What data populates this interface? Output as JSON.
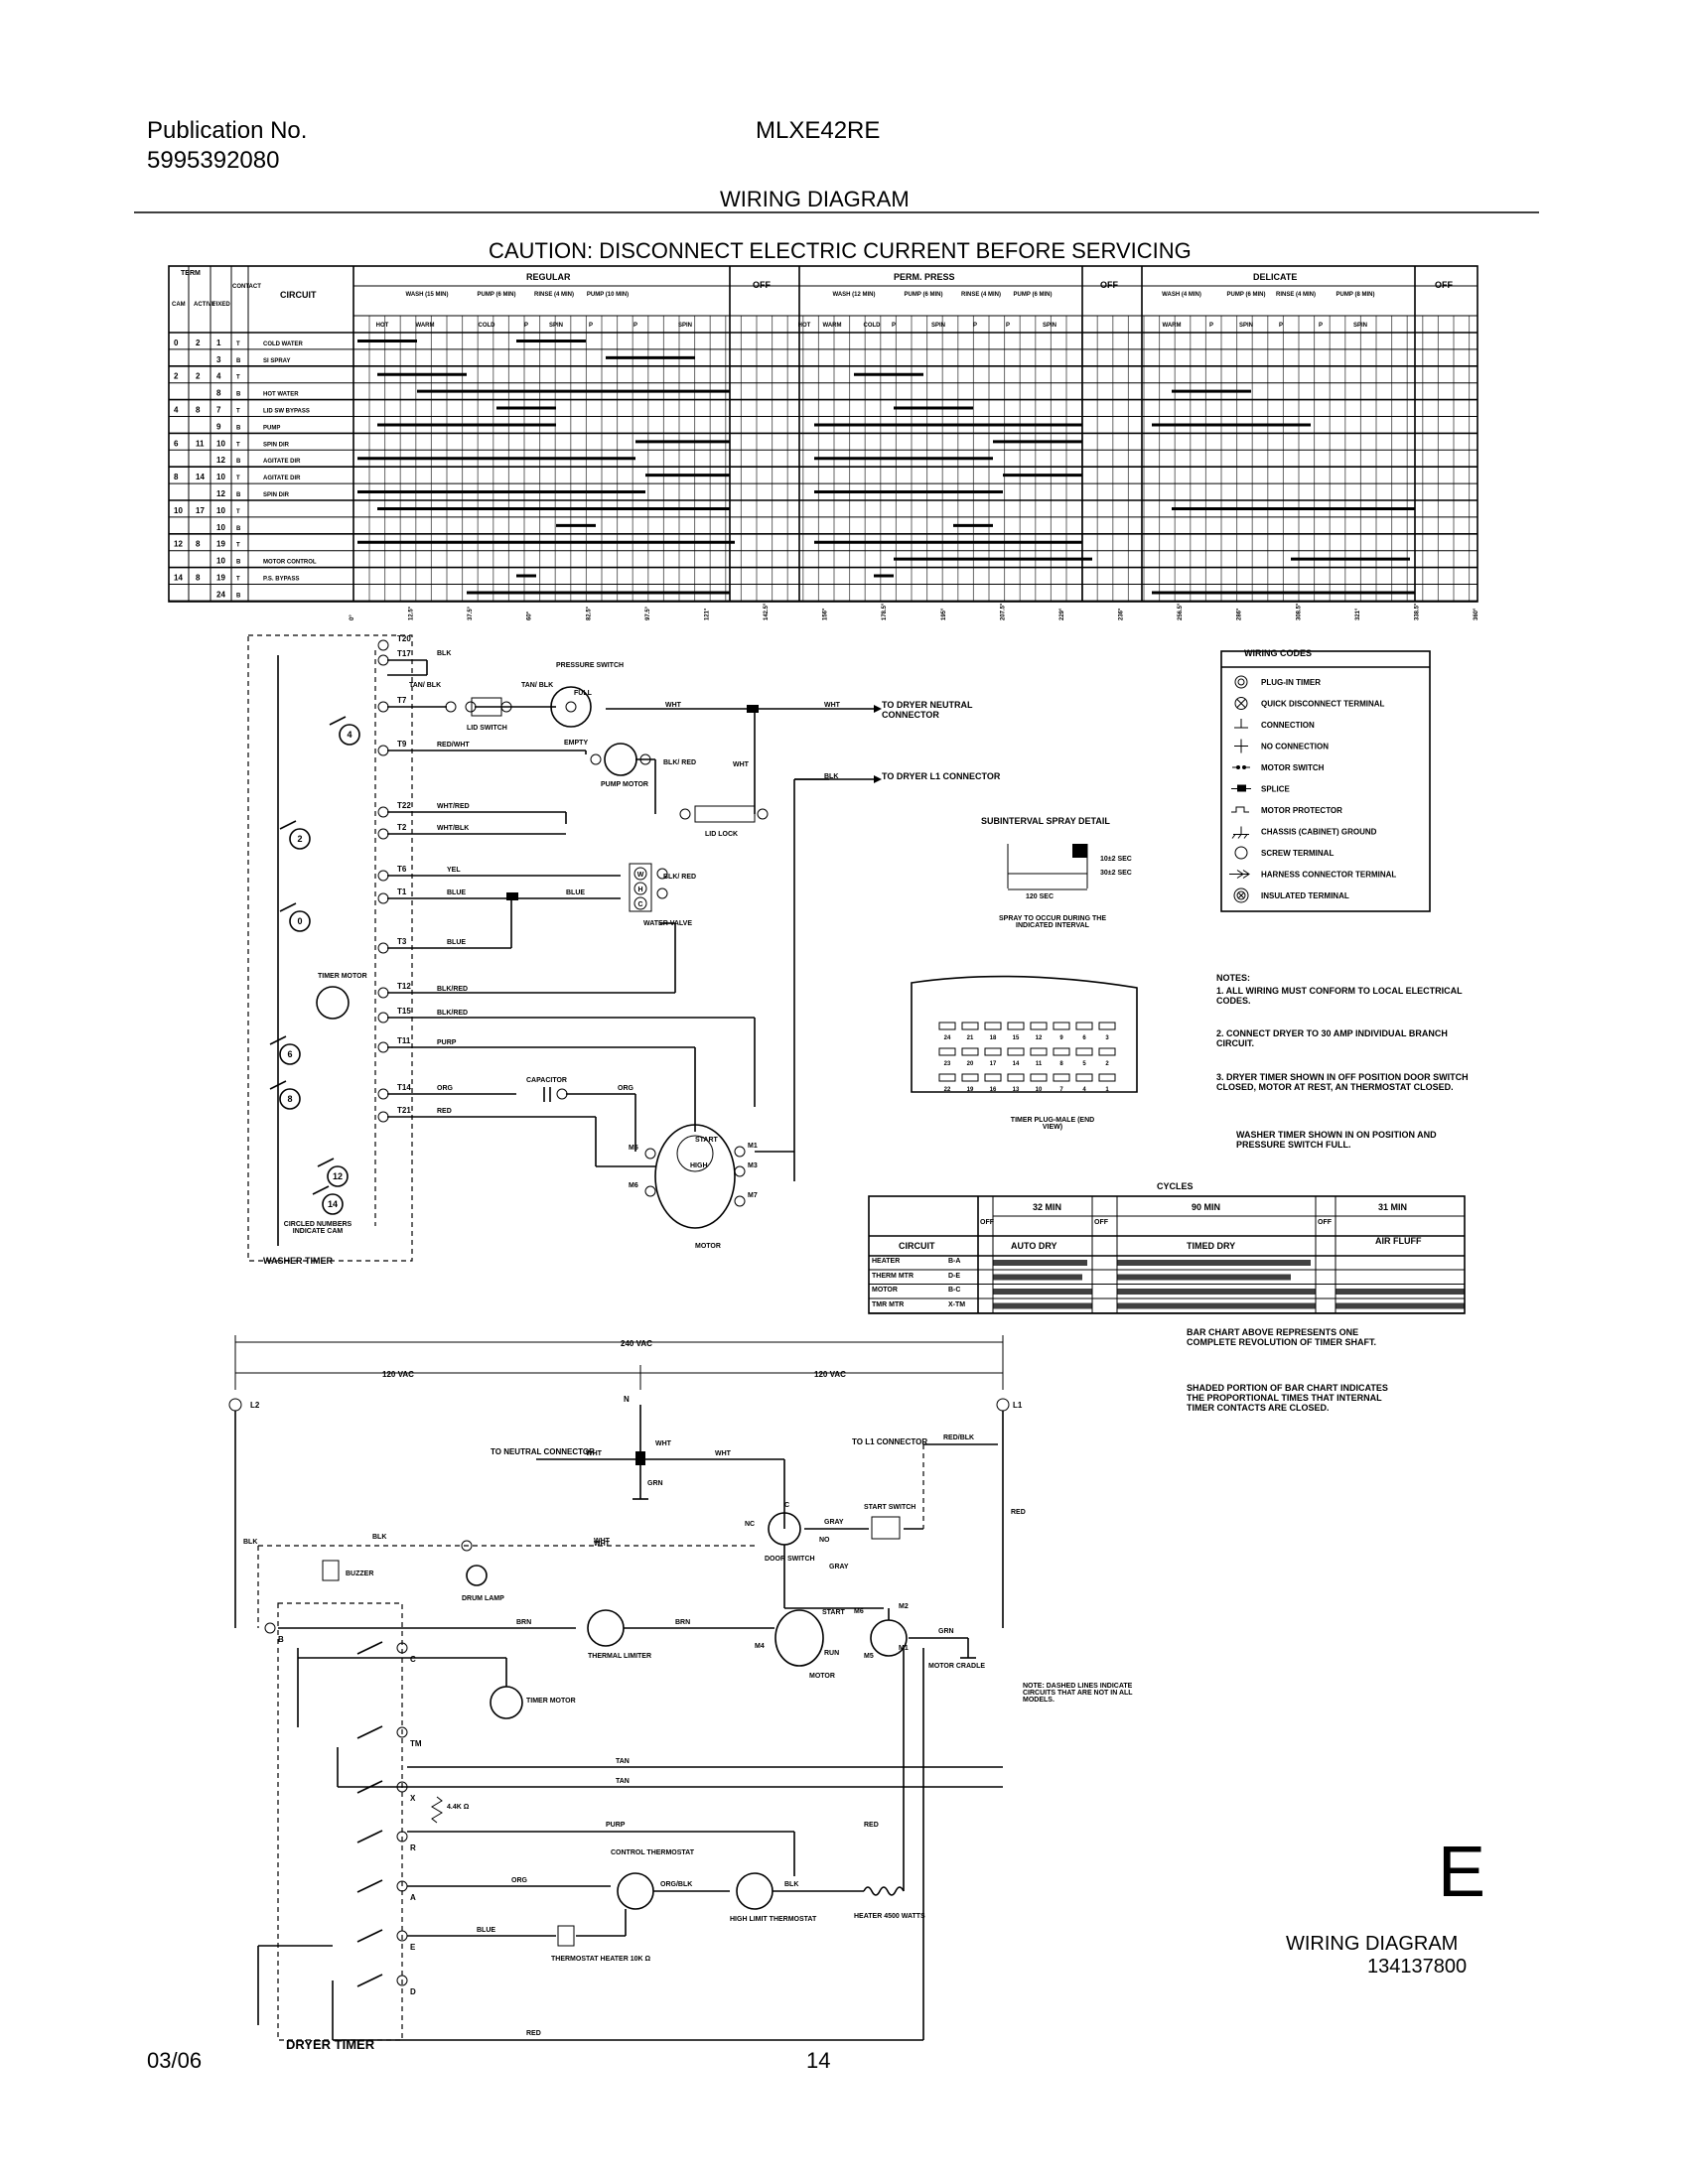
{
  "header": {
    "publication_label": "Publication No.",
    "publication_number": "5995392080",
    "model": "MLXE42RE",
    "title": "WIRING DIAGRAM",
    "caution": "CAUTION: DISCONNECT ELECTRIC CURRENT BEFORE SERVICING"
  },
  "washer_timer_chart": {
    "col_headers": [
      "TERM",
      "CAM",
      "ACTIVE",
      "FIXED",
      "CONTACT",
      "CIRCUIT"
    ],
    "cycle_groups": [
      "REGULAR",
      "OFF",
      "PERM. PRESS",
      "OFF",
      "DELICATE",
      "OFF"
    ],
    "sub_headers": [
      "WASH (15 MIN)",
      "PUMP (6 MIN)",
      "RINSE (4 MIN)",
      "PUMP (10 MIN)",
      "WASH (12 MIN)",
      "PUMP (6 MIN)",
      "RINSE (4 MIN)",
      "PUMP (6 MIN)",
      "WASH (4 MIN)",
      "PUMP (6 MIN)",
      "RINSE (4 MIN)",
      "PUMP (8 MIN)"
    ],
    "temps": [
      "HOT",
      "WARM",
      "COLD",
      "P",
      "SPIN",
      "P",
      "P",
      "SPIN",
      "HOT",
      "WARM",
      "COLD",
      "P",
      "SPIN",
      "P",
      "P",
      "SPIN",
      "WARM",
      "P",
      "SPIN",
      "P",
      "P",
      "SPIN"
    ],
    "rows": [
      {
        "cam": "0",
        "active": "2",
        "fixed": "1",
        "contact": "T",
        "circuit": "COLD WATER"
      },
      {
        "cam": "",
        "active": "",
        "fixed": "3",
        "contact": "B",
        "circuit": "SI SPRAY"
      },
      {
        "cam": "2",
        "active": "2",
        "fixed": "4",
        "contact": "T",
        "circuit": ""
      },
      {
        "cam": "",
        "active": "",
        "fixed": "8",
        "contact": "B",
        "circuit": "HOT WATER"
      },
      {
        "cam": "4",
        "active": "8",
        "fixed": "7",
        "contact": "T",
        "circuit": "LID SW BYPASS"
      },
      {
        "cam": "",
        "active": "",
        "fixed": "9",
        "contact": "B",
        "circuit": "PUMP"
      },
      {
        "cam": "6",
        "active": "11",
        "fixed": "10",
        "contact": "T",
        "circuit": "SPIN DIR"
      },
      {
        "cam": "",
        "active": "",
        "fixed": "12",
        "contact": "B",
        "circuit": "AGITATE DIR"
      },
      {
        "cam": "8",
        "active": "14",
        "fixed": "10",
        "contact": "T",
        "circuit": "AGITATE DIR"
      },
      {
        "cam": "",
        "active": "",
        "fixed": "12",
        "contact": "B",
        "circuit": "SPIN DIR"
      },
      {
        "cam": "10",
        "active": "17",
        "fixed": "10",
        "contact": "T",
        "circuit": ""
      },
      {
        "cam": "",
        "active": "",
        "fixed": "10",
        "contact": "B",
        "circuit": ""
      },
      {
        "cam": "12",
        "active": "8",
        "fixed": "19",
        "contact": "T",
        "circuit": ""
      },
      {
        "cam": "",
        "active": "",
        "fixed": "10",
        "contact": "B",
        "circuit": "MOTOR CONTROL"
      },
      {
        "cam": "14",
        "active": "8",
        "fixed": "19",
        "contact": "T",
        "circuit": "P.S. BYPASS"
      },
      {
        "cam": "",
        "active": "",
        "fixed": "24",
        "contact": "B",
        "circuit": ""
      }
    ],
    "degrees": [
      "0°",
      "12.5°",
      "37.5°",
      "60°",
      "82.5°",
      "97.5°",
      "121°",
      "142.5°",
      "156°",
      "178.5°",
      "195°",
      "207.5°",
      "229°",
      "236°",
      "256.5°",
      "286°",
      "308.5°",
      "321°",
      "338.5°",
      "360°"
    ]
  },
  "washer_schematic": {
    "terminals": [
      "T20",
      "T17",
      "T7",
      "T9",
      "T22",
      "T2",
      "T6",
      "T1",
      "T3",
      "T12",
      "T15",
      "T11",
      "T14",
      "T21"
    ],
    "wire_labels": [
      "BLK",
      "TAN/ BLK",
      "TAN/ BLK",
      "WHT",
      "WHT",
      "RED/WHT",
      "BLK/ RED",
      "WHT",
      "BLK",
      "WHT/RED",
      "WHT/BLK",
      "YEL",
      "BLUE",
      "BLUE",
      "BLUE",
      "BLK/ RED",
      "BLK/RED",
      "BLK/RED",
      "PURP",
      "ORG",
      "ORG",
      "RED"
    ],
    "cams": [
      "4",
      "2",
      "0",
      "6",
      "8",
      "12",
      "14"
    ],
    "components": {
      "pressure_switch": "PRESSURE SWITCH",
      "full": "FULL",
      "empty": "EMPTY",
      "lid_switch": "LID SWITCH",
      "pump_motor": "PUMP MOTOR",
      "lid_lock": "LID LOCK",
      "water_valve": "WATER VALVE",
      "timer_motor": "TIMER MOTOR",
      "capacitor": "CAPACITOR",
      "start": "START",
      "high": "HIGH",
      "motor": "MOTOR"
    },
    "valve_terms": [
      "W",
      "H",
      "C"
    ],
    "motor_terms": [
      "M5",
      "M1",
      "M3",
      "M6",
      "M7"
    ],
    "to_dryer_neutral": "TO DRYER NEUTRAL CONNECTOR",
    "to_dryer_l1": "TO DRYER L1 CONNECTOR",
    "cam_note": "CIRCLED NUMBERS INDICATE CAM",
    "title": "WASHER TIMER"
  },
  "spray_detail": {
    "title": "SUBINTERVAL SPRAY DETAIL",
    "t1": "10±2 SEC",
    "t2": "30±2 SEC",
    "t3": "120 SEC",
    "note": "SPRAY TO OCCUR DURING THE INDICATED INTERVAL"
  },
  "timer_plug": {
    "label": "TIMER PLUG-MALE (END VIEW)",
    "row1": [
      "24",
      "21",
      "18",
      "15",
      "12",
      "9",
      "6",
      "3"
    ],
    "row2": [
      "23",
      "20",
      "17",
      "14",
      "11",
      "8",
      "5",
      "2"
    ],
    "row3": [
      "22",
      "19",
      "16",
      "13",
      "10",
      "7",
      "4",
      "1"
    ]
  },
  "wiring_codes": {
    "title": "WIRING CODES",
    "items": [
      {
        "icon": "plug-in-timer-icon",
        "label": "PLUG-IN TIMER"
      },
      {
        "icon": "quick-disconnect-icon",
        "label": "QUICK DISCONNECT TERMINAL"
      },
      {
        "icon": "connection-icon",
        "label": "CONNECTION"
      },
      {
        "icon": "no-connection-icon",
        "label": "NO CONNECTION"
      },
      {
        "icon": "motor-switch-icon",
        "label": "MOTOR SWITCH"
      },
      {
        "icon": "splice-icon",
        "label": "SPLICE"
      },
      {
        "icon": "motor-protector-icon",
        "label": "MOTOR PROTECTOR"
      },
      {
        "icon": "chassis-ground-icon",
        "label": "CHASSIS (CABINET) GROUND"
      },
      {
        "icon": "screw-terminal-icon",
        "label": "SCREW TERMINAL"
      },
      {
        "icon": "harness-connector-icon",
        "label": "HARNESS CONNECTOR TERMINAL"
      },
      {
        "icon": "insulated-terminal-icon",
        "label": "INSULATED TERMINAL"
      }
    ]
  },
  "notes": {
    "title": "NOTES:",
    "items": [
      "1. ALL WIRING MUST CONFORM TO LOCAL ELECTRICAL CODES.",
      "2. CONNECT DRYER TO 30 AMP INDIVIDUAL BRANCH CIRCUIT.",
      "3. DRYER TIMER SHOWN IN OFF POSITION DOOR SWITCH CLOSED, MOTOR AT REST, AN THERMOSTAT CLOSED.",
      "WASHER TIMER SHOWN IN ON POSITION AND PRESSURE SWITCH FULL."
    ]
  },
  "dryer_cycles": {
    "title": "CYCLES",
    "durations": [
      "32 MIN",
      "90 MIN",
      "31 MIN"
    ],
    "columns": [
      "CIRCUIT",
      "OFF",
      "AUTO DRY",
      "OFF",
      "TIMED DRY",
      "OFF",
      "AIR FLUFF"
    ],
    "rows": [
      {
        "circuit": "HEATER",
        "contacts": "B-A"
      },
      {
        "circuit": "THERM MTR",
        "contacts": "D-E"
      },
      {
        "circuit": "MOTOR",
        "contacts": "B-C"
      },
      {
        "circuit": "TMR MTR",
        "contacts": "X-TM"
      }
    ],
    "note1": "BAR CHART ABOVE REPRESENTS ONE COMPLETE REVOLUTION OF TIMER SHAFT.",
    "note2": "SHADED PORTION OF BAR CHART INDICATES THE PROPORTIONAL TIMES THAT INTERNAL TIMER CONTACTS ARE CLOSED."
  },
  "dryer_schematic": {
    "v240": "240 VAC",
    "v120a": "120 VAC",
    "v120b": "120 VAC",
    "l2": "L2",
    "l1": "L1",
    "n": "N",
    "to_neutral": "TO NEUTRAL CONNECTOR",
    "to_l1": "TO L1 CONNECTOR",
    "wires": [
      "WHT",
      "WHT",
      "WHT",
      "WHT",
      "GRN",
      "RED/BLK",
      "RED",
      "BLK",
      "BLK",
      "WHT",
      "GRAY",
      "GRAY",
      "BRN",
      "BRN",
      "GRN",
      "TAN",
      "TAN",
      "PURP",
      "RED",
      "ORG",
      "ORG/BLK",
      "BLK",
      "BLUE",
      "RED"
    ],
    "components": {
      "buzzer": "BUZZER",
      "drum_lamp": "DRUM LAMP",
      "door_switch": "DOOR SWITCH",
      "start_switch": "START SWITCH",
      "thermal_limiter": "THERMAL LIMITER",
      "timer_motor": "TIMER MOTOR",
      "motor": "MOTOR",
      "start": "START",
      "run": "RUN",
      "motor_cradle": "MOTOR CRADLE",
      "control_thermostat": "CONTROL THERMOSTAT",
      "high_limit": "HIGH LIMIT THERMOSTAT",
      "heater": "HEATER 4500 WATTS",
      "thermostat_heater": "THERMOSTAT HEATER 10K Ω",
      "resistor": "4.4K Ω"
    },
    "switch_terms": [
      "NC",
      "C",
      "NO"
    ],
    "motor_terms": [
      "M6",
      "M2",
      "M4",
      "M5",
      "M1"
    ],
    "timer_terms": [
      "B",
      "C",
      "TM",
      "X",
      "R",
      "A",
      "E",
      "D"
    ],
    "dashed_note": "NOTE: DASHED LINES INDICATE CIRCUITS THAT ARE NOT IN ALL MODELS.",
    "title": "DRYER TIMER"
  },
  "footer": {
    "date": "03/06",
    "page": "14",
    "letter": "E",
    "diagram_label": "WIRING DIAGRAM",
    "diagram_number": "134137800"
  }
}
